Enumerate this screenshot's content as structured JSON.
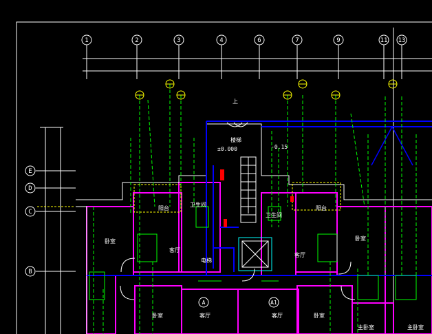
{
  "drawing": {
    "axes_top": [
      "1",
      "2",
      "3",
      "4",
      "6",
      "7",
      "9",
      "11",
      "13"
    ],
    "axes_left": [
      "E",
      "D",
      "C",
      "B"
    ],
    "axes_bottom": [
      "A",
      "A1"
    ],
    "level_marks": [
      "±0.000",
      "-0.15"
    ],
    "stair_label": "上",
    "rooms": {
      "stair": "楼梯",
      "balcony_left": "阳台",
      "balcony_right": "阳台",
      "bath_left": "卫生间",
      "bath_right": "卫生间",
      "living_left": "客厅",
      "living_right": "客厅",
      "bedroom_left": "卧室",
      "bedroom_mid_left": "卧室",
      "elevator_room": "电梯",
      "living_bottom_left": "客厅",
      "living_bottom_right": "客厅",
      "bedroom_bottom_left": "卧室",
      "bedroom_bottom_right": "卧室",
      "master_bedroom_1": "主卧室",
      "master_bedroom_2": "主卧室"
    },
    "colors": {
      "background": "#000000",
      "dimension": "#ffffff",
      "wall": "#ff00ff",
      "pipe_green": "#00ff00",
      "pipe_blue": "#0000ff",
      "axis_yellow": "#ffff00",
      "accent_red": "#ff0000",
      "cyan": "#00ffff"
    }
  }
}
